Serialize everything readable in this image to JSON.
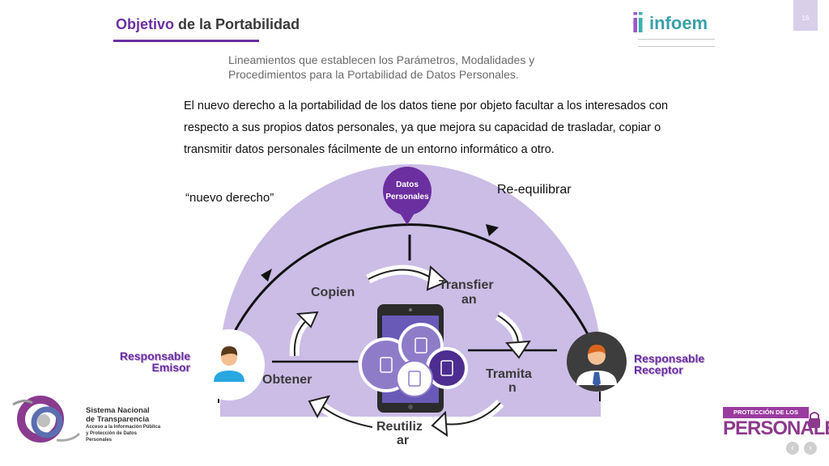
{
  "slide": {
    "title_accent": "Objetivo",
    "title_rest": "de la Portabilidad",
    "page_number": "16",
    "subtitle_line1": "Lineamientos que establecen los Parámetros, Modalidades y",
    "subtitle_line2": "Procedimientos para la Portabilidad de Datos Personales.",
    "paragraph_line1": "El nuevo derecho a la portabilidad de los datos tiene por objeto facultar a los interesados con",
    "paragraph_line2": "respecto a sus propios datos personales, ya que mejora su capacidad de trasladar, copiar o",
    "paragraph_line3": "transmitir datos personales fácilmente de un entorno informático a otro.",
    "quote": "“nuevo derecho”",
    "rebalance": "Re-equilibrar"
  },
  "diagram": {
    "bubble_line1": "Datos",
    "bubble_line2": "Personales",
    "copien": "Copien",
    "transfieran_1": "Transfier",
    "transfieran_2": "an",
    "tramitan_1": "Tramita",
    "tramitan_2": "n",
    "reutilizar_1": "Reutiliz",
    "reutilizar_2": "ar",
    "obtener": "Obtener",
    "emisor_line1": "Responsable",
    "emisor_line2": "Emisor",
    "receptor_line1": "Responsable",
    "receptor_line2": "Receptor",
    "colors": {
      "purple_dark": "#6b2fa0",
      "lavender": "#cbbde6",
      "circle_mid": "#8f7cc9",
      "circle_dark": "#4d2d8f"
    }
  },
  "logos": {
    "infoem": "infoem",
    "snt_line1": "Sistema Nacional",
    "snt_line2": "de Transparencia",
    "snt_line3": "Acceso a la Información Pública",
    "snt_line4": "y Protección de Datos Personales",
    "prot_top": "PROTECCIÓN DE LOS DATOS",
    "prot_big": "PERSONALES"
  },
  "nav": {
    "prev": "‹",
    "next": "›"
  }
}
